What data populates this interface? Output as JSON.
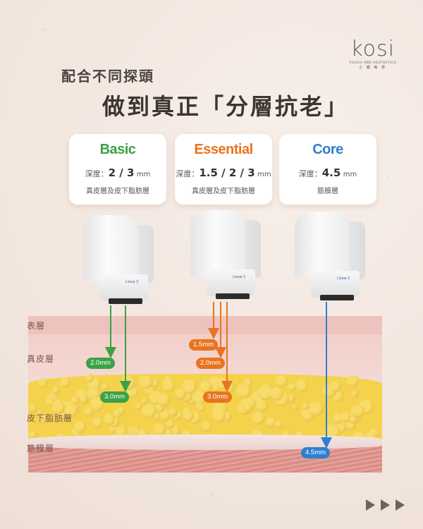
{
  "logo": {
    "wordmark": "kosi",
    "tagline": "TOUCH AND AESTHETICS",
    "chinese": "小 觸 美 學"
  },
  "heading": {
    "subtitle": "配合不同探頭",
    "title": "做到真正「分層抗老」"
  },
  "probes": [
    {
      "name": "Basic",
      "depth_label": "深度：",
      "depth_value": "2 / 3",
      "unit": "mm",
      "target": "真皮層及皮下脂肪層",
      "color": "#3aa246"
    },
    {
      "name": "Essential",
      "depth_label": "深度：",
      "depth_value": "1.5 / 2 / 3",
      "unit": "mm",
      "target": "真皮層及皮下脂肪層",
      "color": "#e8741f"
    },
    {
      "name": "Core",
      "depth_label": "深度：",
      "depth_value": "4.5",
      "unit": "mm",
      "target": "筋膜層",
      "color": "#2f7fd0"
    }
  ],
  "layers": [
    "表層",
    "真皮層",
    "皮下脂肪層",
    "筋膜層"
  ],
  "pills": [
    "2.0mm",
    "3.0mm",
    "1.5mm",
    "2.0mm",
    "3.0mm",
    "4.5mm"
  ],
  "device_tag": "Linear Z"
}
